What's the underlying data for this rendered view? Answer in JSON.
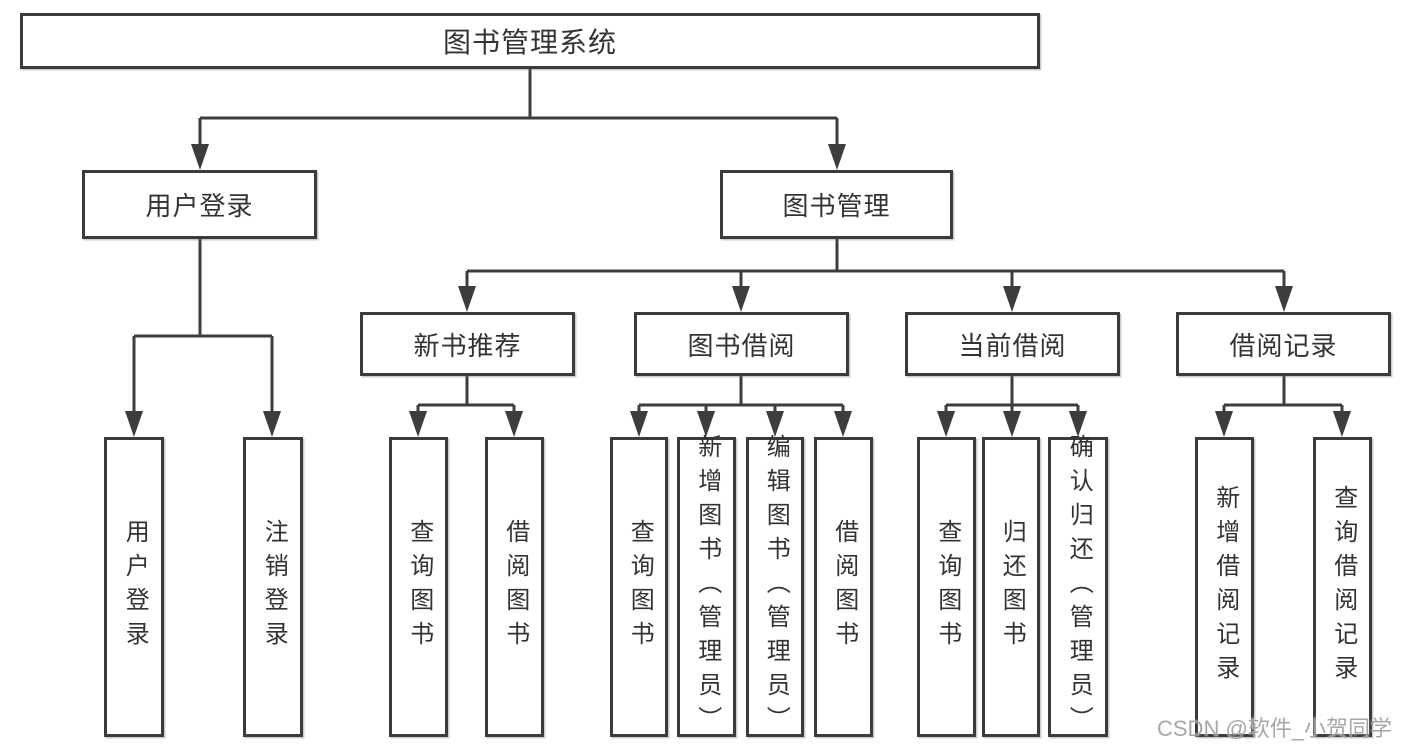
{
  "watermark": "CSDN @软件_小贺同学",
  "colors": {
    "line": "#3d3d3d",
    "box_border": "#3b3b3b",
    "text": "#333333",
    "watermark": "#949494",
    "background": "#ffffff"
  },
  "tree": {
    "root": {
      "label": "图书管理系统"
    },
    "branches": [
      {
        "label": "用户登录",
        "children": [
          {
            "label": "用户登录"
          },
          {
            "label": "注销登录"
          }
        ]
      },
      {
        "label": "图书管理",
        "children": [
          {
            "label": "新书推荐",
            "children": [
              {
                "label": "查询图书"
              },
              {
                "label": "借阅图书"
              }
            ]
          },
          {
            "label": "图书借阅",
            "children": [
              {
                "label": "查询图书"
              },
              {
                "label": "新增图书（管理员）"
              },
              {
                "label": "编辑图书（管理员）"
              },
              {
                "label": "借阅图书"
              }
            ]
          },
          {
            "label": "当前借阅",
            "children": [
              {
                "label": "查询图书"
              },
              {
                "label": "归还图书"
              },
              {
                "label": "确认归还（管理员）"
              }
            ]
          },
          {
            "label": "借阅记录",
            "children": [
              {
                "label": "新增借阅记录"
              },
              {
                "label": "查询借阅记录"
              }
            ]
          }
        ]
      }
    ]
  }
}
